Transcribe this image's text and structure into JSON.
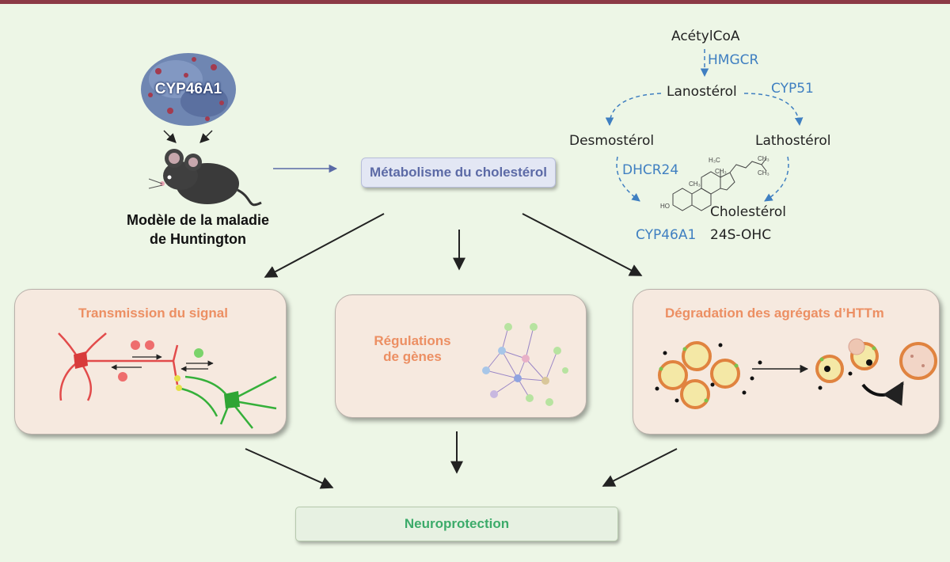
{
  "protein": {
    "label": "CYP46A1"
  },
  "model": {
    "line1": "Modèle de la maladie",
    "line2": "de Huntington"
  },
  "metabolism": {
    "label": "Métabolisme du cholestérol"
  },
  "pathway": {
    "acetylcoa": "AcétylCoA",
    "lanosterol": "Lanostérol",
    "desmosterol": "Desmostérol",
    "lathosterol": "Lathostérol",
    "cholesterol": "Cholestérol",
    "ohc": "24S-OHC",
    "enzymes": {
      "hmgcr": "HMGCR",
      "cyp51": "CYP51",
      "dhcr24": "DHCR24",
      "cyp46a1": "CYP46A1"
    }
  },
  "structure": {
    "h3c": "H₃C",
    "ch3a": "CH₃",
    "ch3b": "CH₃",
    "ch3c": "CH₃",
    "ch3d": "CH₃",
    "ho": "HO"
  },
  "boxes": {
    "signal": "Transmission du signal",
    "genes_line1": "Régulations",
    "genes_line2": "de gènes",
    "degradation": "Dégradation des agrégats d’HTTm"
  },
  "outcome": {
    "label": "Neuroprotection"
  },
  "colors": {
    "top_bar": "#8c3a46",
    "background": "#edf6e6",
    "enzyme_blue": "#3f7fc1",
    "box_title_orange": "#ec8f63",
    "metabolism_text": "#5c6aa6",
    "neuroprotection_text": "#3cab6a"
  }
}
